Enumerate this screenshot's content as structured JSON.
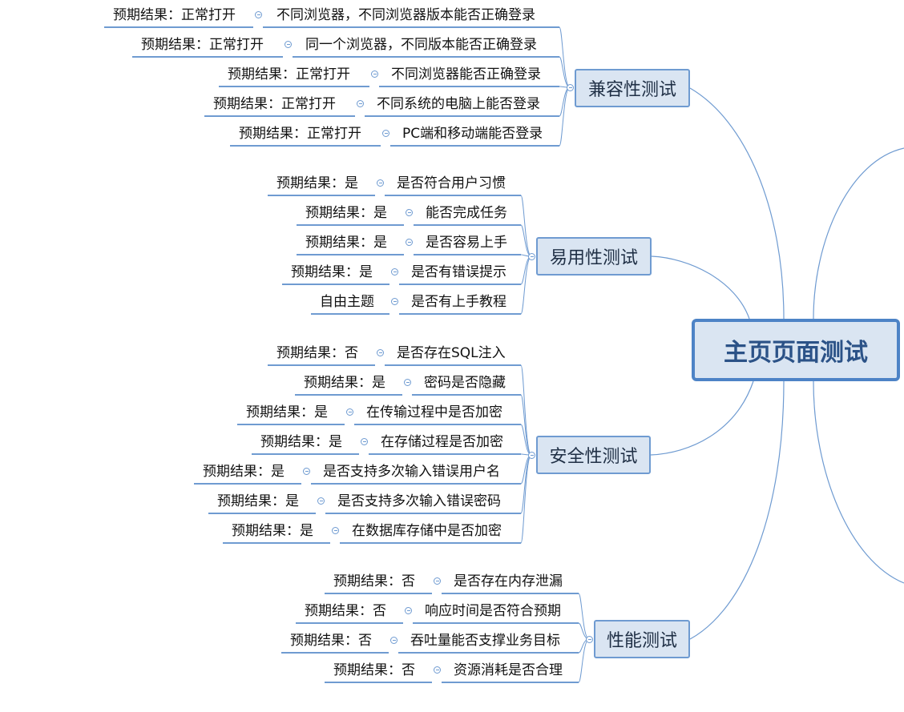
{
  "central_topic": "主页页面测试",
  "categories": [
    {
      "label": "兼容性测试",
      "items": [
        {
          "result": "预期结果：正常打开",
          "test": "不同浏览器，不同浏览器版本能否正确登录"
        },
        {
          "result": "预期结果：正常打开",
          "test": "同一个浏览器，不同版本能否正确登录"
        },
        {
          "result": "预期结果：正常打开",
          "test": "不同浏览器能否正确登录"
        },
        {
          "result": "预期结果：正常打开",
          "test": "不同系统的电脑上能否登录"
        },
        {
          "result": "预期结果：正常打开",
          "test": "PC端和移动端能否登录"
        }
      ]
    },
    {
      "label": "易用性测试",
      "items": [
        {
          "result": "预期结果：是",
          "test": "是否符合用户习惯"
        },
        {
          "result": "预期结果：是",
          "test": "能否完成任务"
        },
        {
          "result": "预期结果：是",
          "test": "是否容易上手"
        },
        {
          "result": "预期结果：是",
          "test": "是否有错误提示"
        },
        {
          "result": "自由主题",
          "test": "是否有上手教程"
        }
      ]
    },
    {
      "label": "安全性测试",
      "items": [
        {
          "result": "预期结果：否",
          "test": "是否存在SQL注入"
        },
        {
          "result": "预期结果：是",
          "test": "密码是否隐藏"
        },
        {
          "result": "预期结果：是",
          "test": "在传输过程中是否加密"
        },
        {
          "result": "预期结果：是",
          "test": "在存储过程是否加密"
        },
        {
          "result": "预期结果：是",
          "test": "是否支持多次输入错误用户名"
        },
        {
          "result": "预期结果：是",
          "test": "是否支持多次输入错误密码"
        },
        {
          "result": "预期结果：是",
          "test": "在数据库存储中是否加密"
        }
      ]
    },
    {
      "label": "性能测试",
      "items": [
        {
          "result": "预期结果：否",
          "test": "是否存在内存泄漏"
        },
        {
          "result": "预期结果：否",
          "test": "响应时间是否符合预期"
        },
        {
          "result": "预期结果：否",
          "test": "吞吐量能否支撑业务目标"
        },
        {
          "result": "预期结果：否",
          "test": "资源消耗是否合理"
        }
      ]
    }
  ],
  "colors": {
    "line": "#6f9bd1",
    "central_fill": "#dae5f2",
    "central_border": "#4d83c6",
    "central_text": "#2b5287",
    "category_fill": "#dae5f2",
    "category_border": "#6f9bd1"
  }
}
